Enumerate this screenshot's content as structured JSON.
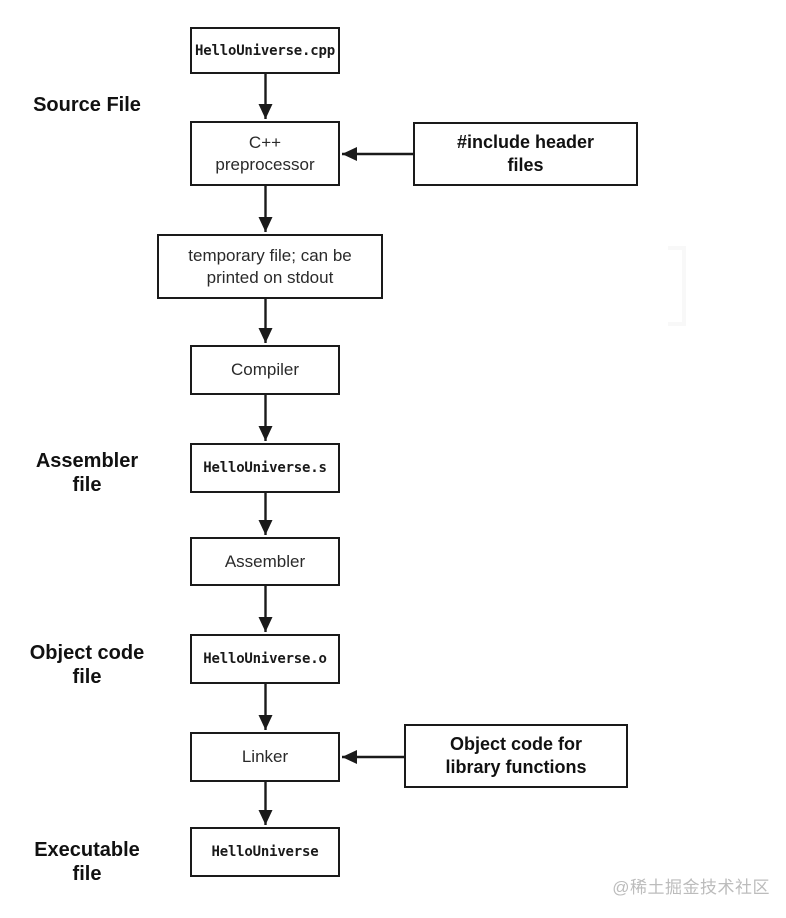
{
  "flowchart": {
    "stage_labels": {
      "source": "Source File",
      "assembler": "Assembler\nfile",
      "object": "Object code\nfile",
      "executable": "Executable\nfile"
    },
    "nodes": {
      "source_file": "HelloUniverse.cpp",
      "preprocessor": "C++\npreprocessor",
      "temp_file": "temporary file; can be\nprinted on stdout",
      "compiler": "Compiler",
      "assembly_file": "HelloUniverse.s",
      "assembler": "Assembler",
      "object_file": "HelloUniverse.o",
      "linker": "Linker",
      "executable_file": "HelloUniverse"
    },
    "annotations": {
      "include_headers": "#include header\nfiles",
      "library_objects": "Object code for\nlibrary functions"
    },
    "colors": {
      "line": "#1a1a1a",
      "box_border": "#1a1a1a",
      "text": "#1a1a1a",
      "watermark": "#bcbcbc"
    }
  },
  "watermark": "@稀土掘金技术社区"
}
